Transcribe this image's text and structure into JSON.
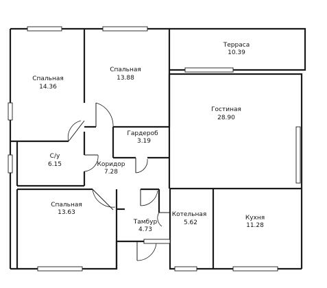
{
  "rooms": [
    {
      "key": "terrace",
      "name": "Терраса",
      "area": "10.39"
    },
    {
      "key": "bedroom1",
      "name": "Спальная",
      "area": "14.36"
    },
    {
      "key": "bedroom2",
      "name": "Спальная",
      "area": "13.88"
    },
    {
      "key": "living",
      "name": "Гостиная",
      "area": "28.90"
    },
    {
      "key": "wardrobe",
      "name": "Гардероб",
      "area": "3.19"
    },
    {
      "key": "bathroom",
      "name": "С/у",
      "area": "6.15"
    },
    {
      "key": "corridor",
      "name": "Коридор",
      "area": "7.28"
    },
    {
      "key": "bedroom3",
      "name": "Спальная",
      "area": "13.63"
    },
    {
      "key": "boiler",
      "name": "Котельная",
      "area": "5.62"
    },
    {
      "key": "kitchen",
      "name": "Кухня",
      "area": "11.28"
    },
    {
      "key": "vestibule",
      "name": "Тамбур",
      "area": "4.73"
    }
  ],
  "colors": {
    "wall": "#1a1a1a",
    "background": "#ffffff"
  }
}
